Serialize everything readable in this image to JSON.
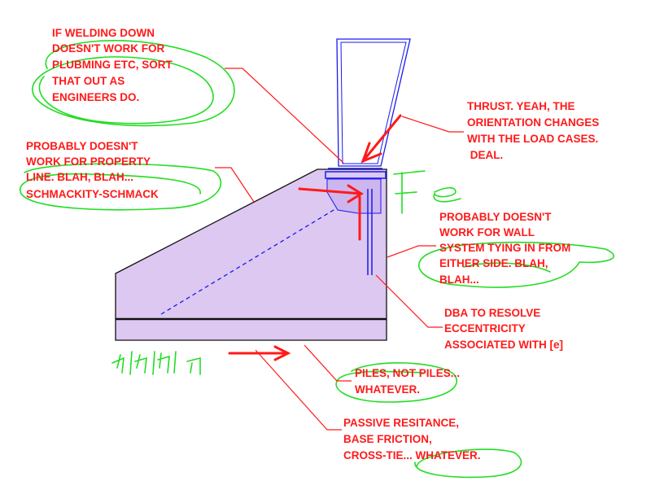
{
  "annotations": {
    "welding": [
      "IF WELDING DOWN",
      "DOESN'T WORK FOR",
      "PLUBMING ETC, SORT",
      "THAT OUT AS",
      "ENGINEERS DO."
    ],
    "property_line": [
      "PROBABLY DOESN'T",
      "WORK FOR PROPERTY",
      "LINE.  BLAH, BLAH...",
      "SCHMACKITY-SCHMACK"
    ],
    "thrust": [
      "THRUST.   YEAH, THE",
      "ORIENTATION CHANGES",
      "WITH THE LOAD CASES.",
      " DEAL."
    ],
    "wall_system": [
      "PROBABLY DOESN'T",
      "WORK FOR WALL",
      "SYSTEM TYING IN FROM",
      "EITHER SIDE.  BLAH,",
      "BLAH..."
    ],
    "dba": [
      "DBA TO RESOLVE",
      "ECCENTRICITY",
      "ASSOCIATED WITH [e]"
    ],
    "piles": [
      "PILES, NOT PILES...",
      "WHATEVER."
    ],
    "passive": [
      "PASSIVE RESITANCE,",
      "BASE FRICTION,",
      "CROSS-TIE... WHATEVER."
    ]
  },
  "colors": {
    "annotation_red": "#ff1a1a",
    "highlight_green": "#22dd22",
    "footing_fill": "#dcc8f0",
    "steel_blue": "#1a1aee"
  }
}
